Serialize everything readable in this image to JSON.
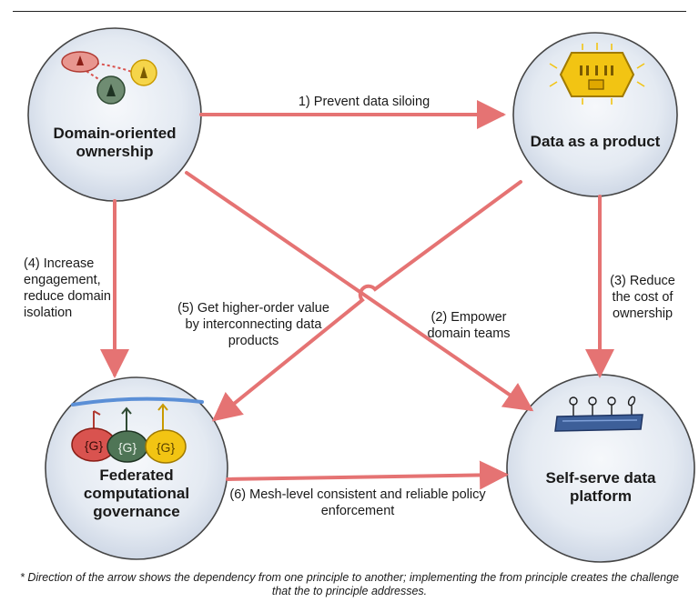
{
  "circles": {
    "domain": "Domain-oriented ownership",
    "product": "Data as a product",
    "governance": "Federated computational governance",
    "platform": "Self-serve data platform"
  },
  "arrows": {
    "a1": "1) Prevent data siloing",
    "a2": "(2) Empower domain teams",
    "a3": "(3) Reduce the cost of ownership",
    "a4": "(4) Increase engagement, reduce domain isolation",
    "a5": "(5) Get higher-order value by interconnecting data products",
    "a6": "(6) Mesh-level consistent and reliable policy enforcement"
  },
  "governance_badges": [
    "{G}",
    "{G}",
    "{G}"
  ],
  "footnote": "* Direction of the arrow shows the dependency from one principle to another; implementing the from principle creates the challenge that the to principle addresses.",
  "colors": {
    "arrow": "#e57373",
    "circle_fill": "#e3e9f2",
    "circle_stroke": "#454545",
    "badge_red": "#d9534f",
    "badge_green": "#3e6b47",
    "badge_yellow": "#f2c413",
    "platform_bar": "#3d5f99"
  }
}
